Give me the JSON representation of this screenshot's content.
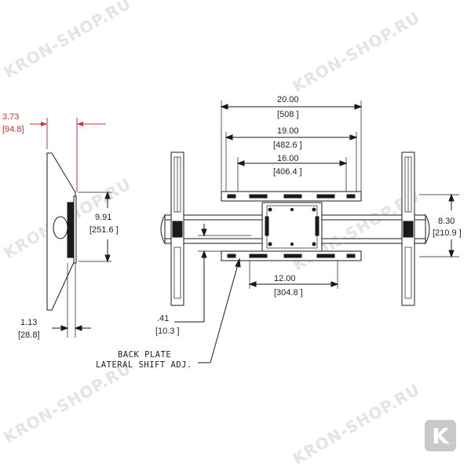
{
  "watermark": {
    "text": "KRON-SHOP.RU",
    "logo_letter": "K"
  },
  "dimensions": {
    "side_depth_max": {
      "in": "3.73",
      "mm": "[94.8]"
    },
    "side_plate_height": {
      "in": "9.91",
      "mm": "[251.6 ]"
    },
    "side_depth_min": {
      "in": "1.13",
      "mm": "[28.8]"
    },
    "overall_width": {
      "in": "20.00",
      "mm": "[508 ]"
    },
    "width_mid": {
      "in": "19.00",
      "mm": "[482.6 ]"
    },
    "width_inner": {
      "in": "16.00",
      "mm": "[406.4 ]"
    },
    "rail_spacing": {
      "in": "8.30",
      "mm": "[210.9 ]"
    },
    "bottom_slot_spacing": {
      "in": "12.00",
      "mm": "[304.8 ]"
    },
    "lateral_shift": {
      "in": ".41",
      "mm": "[10.3 ]"
    }
  },
  "notes": {
    "back_plate_line1": "BACK PLATE",
    "back_plate_line2": "LATERAL SHIFT ADJ."
  },
  "colors": {
    "line": "#1a1a1a",
    "accent": "#d0312d",
    "watermark": "#e4e4e4"
  }
}
